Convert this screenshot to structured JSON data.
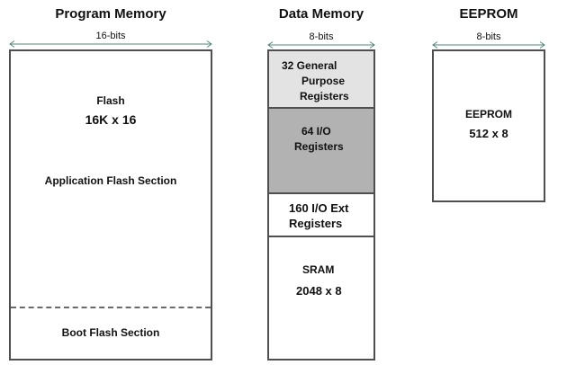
{
  "program_memory": {
    "title": "Program Memory",
    "width_label": "16-bits",
    "flash_label": "Flash",
    "flash_size": "16K x 16",
    "application_section": "Application Flash Section",
    "boot_section": "Boot Flash Section"
  },
  "data_memory": {
    "title": "Data Memory",
    "width_label": "8-bits",
    "gpr_line1": "32 General",
    "gpr_line2": "Purpose",
    "gpr_line3": "Registers",
    "io_line1": "64 I/O",
    "io_line2": "Registers",
    "ext_io_line1": "160 I/O Ext",
    "ext_io_line2": "Registers",
    "sram_label": "SRAM",
    "sram_size": "2048 x 8"
  },
  "eeprom": {
    "title": "EEPROM",
    "width_label": "8-bits",
    "label": "EEPROM",
    "size": "512 x 8"
  },
  "colors": {
    "arrow": "#4d8a7a",
    "border": "#4f4f4f",
    "gpr_fill": "#e3e3e3",
    "io_fill": "#b2b2b2",
    "dashed_divider": "#6a6a6a"
  }
}
